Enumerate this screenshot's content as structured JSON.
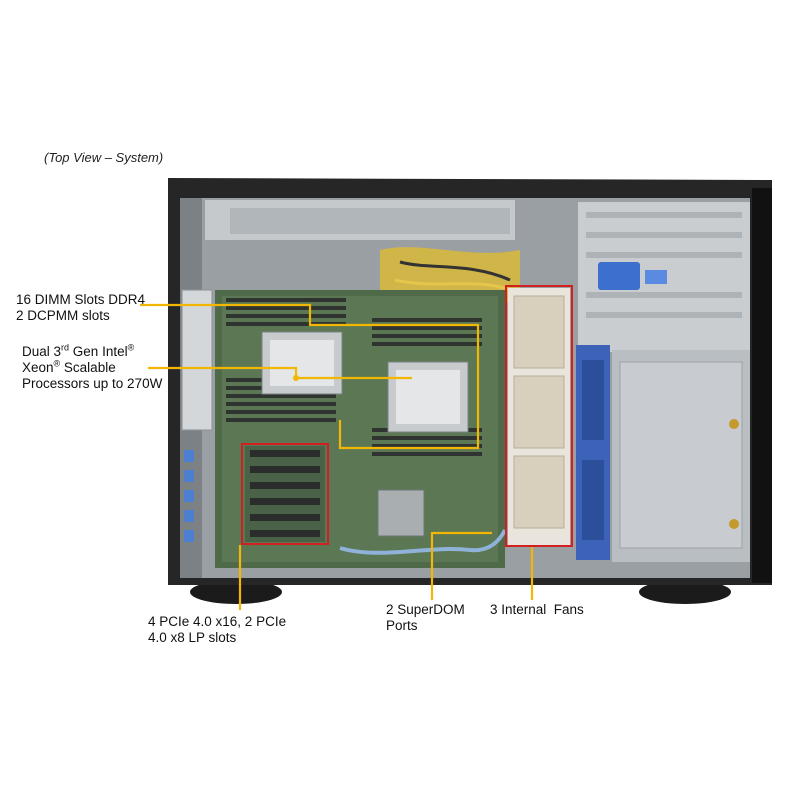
{
  "caption": "(Top View – System)",
  "callouts": {
    "dimm_line1": "16 DIMM Slots DDR4",
    "dimm_line2": "2 DCPMM slots",
    "cpu_line1_a": "Dual 3",
    "cpu_line1_sup": "rd",
    "cpu_line1_b": " Gen Intel",
    "cpu_line1_reg": "®",
    "cpu_line2_a": "Xeon",
    "cpu_line2_reg": "®",
    "cpu_line2_b": " Scalable",
    "cpu_line3": "Processors up to 270W",
    "pcie_line1": "4 PCIe 4.0 x16, 2 PCIe",
    "pcie_line2": "4.0 x8 LP slots",
    "superdom_line1": "2 SuperDOM",
    "superdom_line2": "Ports",
    "fans": "3 Internal  Fans"
  },
  "colors": {
    "callout_line": "#f2b705",
    "highlight_box": "#d21f1f",
    "chassis": "#2a2a2a"
  }
}
